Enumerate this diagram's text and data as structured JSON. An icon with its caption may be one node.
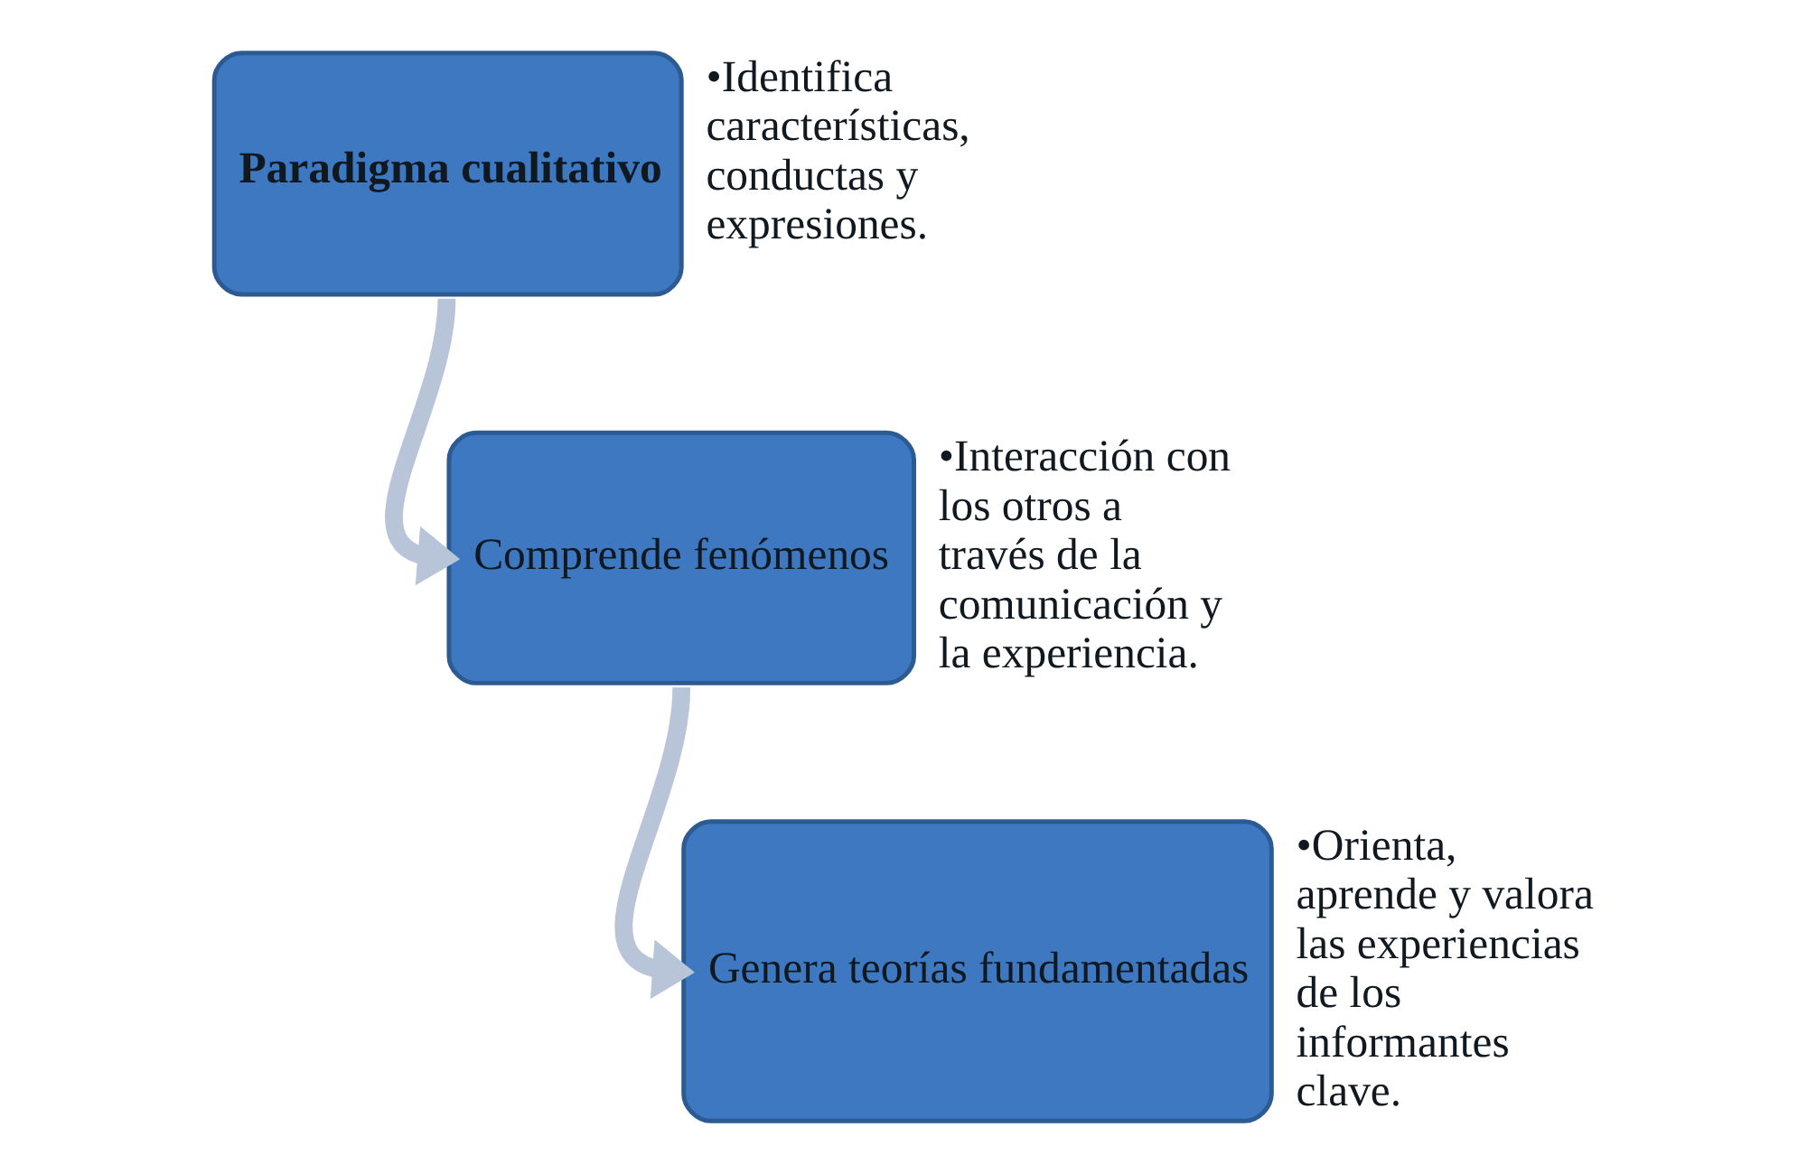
{
  "diagram": {
    "nodes": [
      {
        "text": [
          "Paradigma cualitativo"
        ],
        "beside": [
          "•Identifica características, conductas y expresiones."
        ]
      },
      {
        "text": [
          "Comprende fenómenos"
        ],
        "beside": [
          "•Interacción con los otros a través de la comunicación y la experiencia."
        ]
      },
      {
        "text": [
          "Genera teorías fundamentadas"
        ],
        "beside": [
          "•Orienta, aprende y valora las experiencias de los informantes clave."
        ]
      }
    ],
    "edges": [
      {
        "from": 0,
        "to": 1,
        "arrow": "to"
      },
      {
        "from": 1,
        "to": 2,
        "arrow": "to"
      }
    ]
  }
}
